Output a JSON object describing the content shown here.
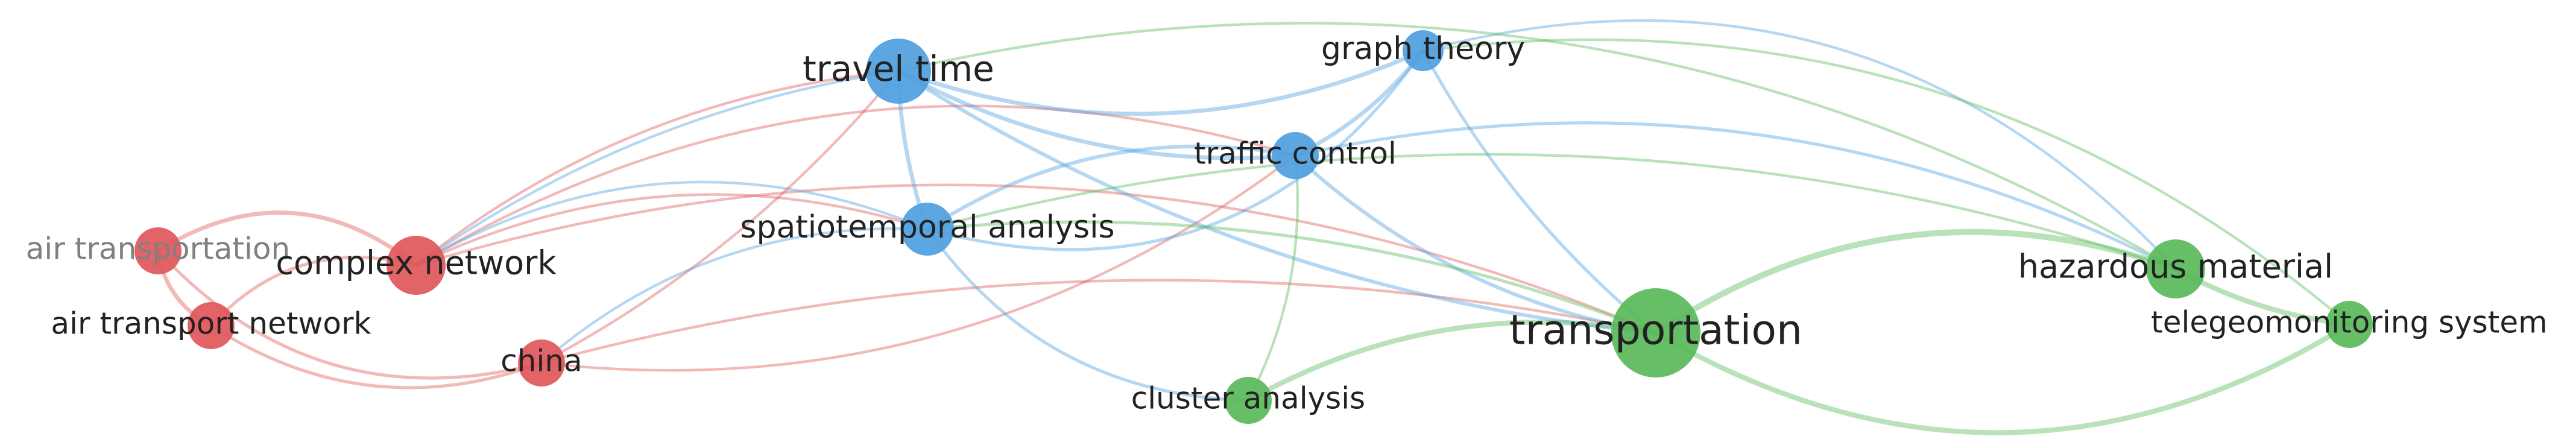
{
  "colors": {
    "red_cluster": "#e15759",
    "blue_cluster": "#4e9fe0",
    "green_cluster": "#59b95a",
    "label_dark": "#222222",
    "label_faded": "#808080"
  },
  "nodes": [
    {
      "id": "travel_time",
      "label": "travel time",
      "cluster": "blue",
      "weight": 4,
      "faded": false
    },
    {
      "id": "graph_theory",
      "label": "graph theory",
      "cluster": "blue",
      "weight": 2,
      "faded": false
    },
    {
      "id": "traffic_control",
      "label": "traffic control",
      "cluster": "blue",
      "weight": 2.5,
      "faded": false
    },
    {
      "id": "spatiotemporal_analysis",
      "label": "spatiotemporal analysis",
      "cluster": "blue",
      "weight": 3,
      "faded": false
    },
    {
      "id": "air_transportation",
      "label": "air transportation",
      "cluster": "red",
      "weight": 2.5,
      "faded": true
    },
    {
      "id": "complex_network",
      "label": "complex network",
      "cluster": "red",
      "weight": 3.5,
      "faded": false
    },
    {
      "id": "air_transport_network",
      "label": "air transport network",
      "cluster": "red",
      "weight": 2.5,
      "faded": false
    },
    {
      "id": "china",
      "label": "china",
      "cluster": "red",
      "weight": 2.5,
      "faded": false
    },
    {
      "id": "cluster_analysis",
      "label": "cluster analysis",
      "cluster": "green",
      "weight": 2.5,
      "faded": false
    },
    {
      "id": "transportation",
      "label": "transportation",
      "cluster": "green",
      "weight": 6,
      "faded": false
    },
    {
      "id": "hazardous_material",
      "label": "hazardous material",
      "cluster": "green",
      "weight": 3.5,
      "faded": false
    },
    {
      "id": "telegeomonitoring_system",
      "label": "telegeomonitoring system",
      "cluster": "green",
      "weight": 2.5,
      "faded": false
    }
  ],
  "links": [
    {
      "source": "air_transportation",
      "target": "complex_network",
      "strength": 3,
      "cluster": "red"
    },
    {
      "source": "air_transportation",
      "target": "air_transport_network",
      "strength": 3,
      "cluster": "red"
    },
    {
      "source": "air_transport_network",
      "target": "complex_network",
      "strength": 2,
      "cluster": "red"
    },
    {
      "source": "air_transportation",
      "target": "china",
      "strength": 2,
      "cluster": "red"
    },
    {
      "source": "air_transport_network",
      "target": "china",
      "strength": 2,
      "cluster": "red"
    },
    {
      "source": "complex_network",
      "target": "travel_time",
      "strength": 1.5,
      "cluster": "red"
    },
    {
      "source": "complex_network",
      "target": "traffic_control",
      "strength": 1.5,
      "cluster": "red"
    },
    {
      "source": "complex_network",
      "target": "spatiotemporal_analysis",
      "strength": 1.5,
      "cluster": "red"
    },
    {
      "source": "complex_network",
      "target": "transportation",
      "strength": 1.5,
      "cluster": "red"
    },
    {
      "source": "china",
      "target": "travel_time",
      "strength": 1.5,
      "cluster": "red"
    },
    {
      "source": "china",
      "target": "traffic_control",
      "strength": 1.5,
      "cluster": "red"
    },
    {
      "source": "china",
      "target": "transportation",
      "strength": 1.5,
      "cluster": "red"
    },
    {
      "source": "travel_time",
      "target": "graph_theory",
      "strength": 3,
      "cluster": "blue"
    },
    {
      "source": "travel_time",
      "target": "traffic_control",
      "strength": 3,
      "cluster": "blue"
    },
    {
      "source": "travel_time",
      "target": "spatiotemporal_analysis",
      "strength": 3,
      "cluster": "blue"
    },
    {
      "source": "travel_time",
      "target": "transportation",
      "strength": 2.5,
      "cluster": "blue"
    },
    {
      "source": "travel_time",
      "target": "complex_network",
      "strength": 1.5,
      "cluster": "blue"
    },
    {
      "source": "traffic_control",
      "target": "graph_theory",
      "strength": 3,
      "cluster": "blue"
    },
    {
      "source": "traffic_control",
      "target": "spatiotemporal_analysis",
      "strength": 2.5,
      "cluster": "blue"
    },
    {
      "source": "traffic_control",
      "target": "transportation",
      "strength": 2.5,
      "cluster": "blue"
    },
    {
      "source": "traffic_control",
      "target": "hazardous_material",
      "strength": 2,
      "cluster": "blue"
    },
    {
      "source": "traffic_control",
      "target": "cluster_analysis",
      "strength": 1.5,
      "cluster": "green"
    },
    {
      "source": "graph_theory",
      "target": "spatiotemporal_analysis",
      "strength": 2,
      "cluster": "blue"
    },
    {
      "source": "graph_theory",
      "target": "transportation",
      "strength": 2,
      "cluster": "blue"
    },
    {
      "source": "graph_theory",
      "target": "hazardous_material",
      "strength": 1.5,
      "cluster": "blue"
    },
    {
      "source": "spatiotemporal_analysis",
      "target": "cluster_analysis",
      "strength": 2,
      "cluster": "blue"
    },
    {
      "source": "spatiotemporal_analysis",
      "target": "complex_network",
      "strength": 1.5,
      "cluster": "blue"
    },
    {
      "source": "spatiotemporal_analysis",
      "target": "china",
      "strength": 1.5,
      "cluster": "blue"
    },
    {
      "source": "spatiotemporal_analysis",
      "target": "transportation",
      "strength": 2,
      "cluster": "green"
    },
    {
      "source": "spatiotemporal_analysis",
      "target": "hazardous_material",
      "strength": 1.5,
      "cluster": "green"
    },
    {
      "source": "cluster_analysis",
      "target": "transportation",
      "strength": 4,
      "cluster": "green"
    },
    {
      "source": "transportation",
      "target": "hazardous_material",
      "strength": 5,
      "cluster": "green"
    },
    {
      "source": "transportation",
      "target": "telegeomonitoring_system",
      "strength": 4,
      "cluster": "green"
    },
    {
      "source": "hazardous_material",
      "target": "telegeomonitoring_system",
      "strength": 4,
      "cluster": "green"
    },
    {
      "source": "travel_time",
      "target": "hazardous_material",
      "strength": 1.5,
      "cluster": "green"
    },
    {
      "source": "graph_theory",
      "target": "telegeomonitoring_system",
      "strength": 1.5,
      "cluster": "green"
    }
  ]
}
